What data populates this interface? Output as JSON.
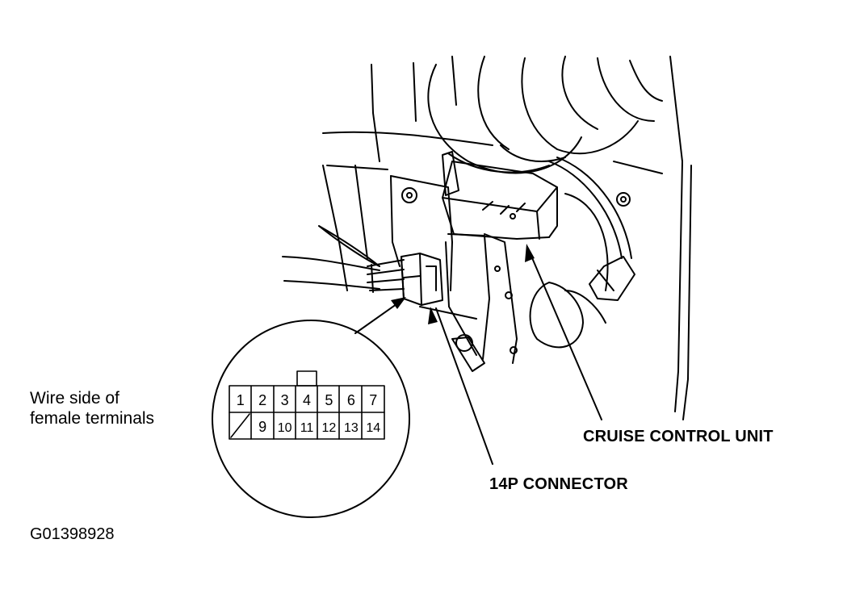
{
  "figure_id": "G01398928",
  "callouts": {
    "cruise_control_unit": "CRUISE CONTROL UNIT",
    "connector_14p": "14P CONNECTOR"
  },
  "inset_caption": {
    "line1": "Wire side of",
    "line2": "female terminals"
  },
  "connector_terminals": {
    "top_row": [
      "1",
      "2",
      "3",
      "4",
      "5",
      "6",
      "7"
    ],
    "bottom_row": [
      "",
      "9",
      "10",
      "11",
      "12",
      "13",
      "14"
    ]
  }
}
